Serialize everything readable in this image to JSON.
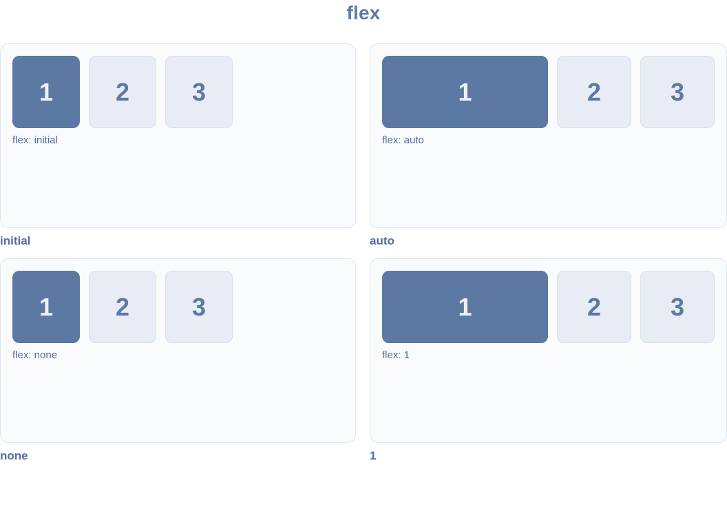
{
  "page": {
    "title": "flex"
  },
  "colors": {
    "accent": "#5b79a2",
    "title_color": "#5b7ca8",
    "panel_bg": "#fafbfd",
    "panel_border": "#dee5ef",
    "box_muted_bg": "#e8ecf4",
    "box_muted_border": "#d8dfec",
    "box_muted_text": "#5b7aa4",
    "box_active_text": "#eef2f8",
    "label_text": "#4d6d9c",
    "caption_text": "#50709f"
  },
  "panels": [
    {
      "name": "initial",
      "label": "initial",
      "css_label": "flex: initial",
      "flex_value": "initial",
      "boxes": [
        "1",
        "2",
        "3"
      ]
    },
    {
      "name": "auto",
      "label": "auto",
      "css_label": "flex: auto",
      "flex_value": "auto",
      "boxes": [
        "1",
        "2",
        "3"
      ]
    },
    {
      "name": "none",
      "label": "none",
      "css_label": "flex: none",
      "flex_value": "none",
      "boxes": [
        "1",
        "2",
        "3"
      ]
    },
    {
      "name": "1",
      "label": "1",
      "css_label": "flex: 1",
      "flex_value": "1",
      "boxes": [
        "1",
        "2",
        "3"
      ]
    }
  ]
}
